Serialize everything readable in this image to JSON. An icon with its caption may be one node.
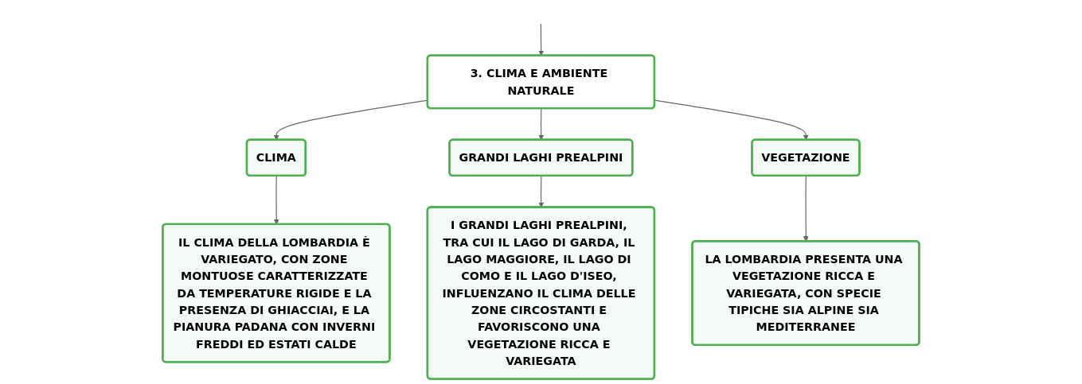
{
  "diagram": {
    "nodes": [
      {
        "text": [
          "3. CLIMA E AMBIENTE NATURALE"
        ]
      },
      {
        "text": [
          "CLIMA"
        ]
      },
      {
        "text": [
          "GRANDI LAGHI PREALPINI"
        ]
      },
      {
        "text": [
          "VEGETAZIONE"
        ]
      },
      {
        "text": [
          "IL CLIMA DELLA LOMBARDIA È VARIEGATO, CON ZONE MONTUOSE CARATTERIZZATE DA TEMPERATURE RIGIDE E LA PRESENZA DI GHIACCIAI, E LA PIANURA PADANA CON INVERNI FREDDI ED ESTATI CALDE"
        ]
      },
      {
        "text": [
          "I GRANDI LAGHI PREALPINI, TRA CUI IL LAGO DI GARDA, IL LAGO MAGGIORE, IL LAGO DI COMO E IL LAGO D'ISEO, INFLUENZANO IL CLIMA DELLE ZONE CIRCOSTANTI E FAVORISCONO UNA VEGETAZIONE RICCA E VARIEGATA"
        ]
      },
      {
        "text": [
          "LA LOMBARDIA PRESENTA UNA VEGETAZIONE RICCA E VARIEGATA, CON SPECIE TIPICHE SIA ALPINE SIA MEDITERRANEE"
        ]
      }
    ],
    "edges": [
      {
        "from": null,
        "to": 0,
        "arrow": "to"
      },
      {
        "from": 0,
        "to": 1,
        "arrow": "to"
      },
      {
        "from": 0,
        "to": 2,
        "arrow": "to"
      },
      {
        "from": 0,
        "to": 3,
        "arrow": "to"
      },
      {
        "from": 1,
        "to": 4,
        "arrow": "to"
      },
      {
        "from": 2,
        "to": 5,
        "arrow": "to"
      },
      {
        "from": 3,
        "to": 6,
        "arrow": "to"
      }
    ]
  }
}
